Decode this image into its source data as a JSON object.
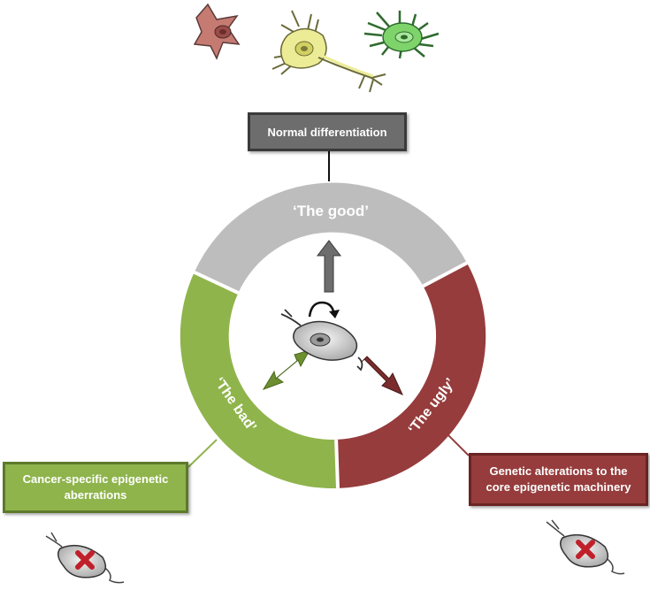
{
  "boxes": {
    "normal": "Normal differentiation",
    "cancer": "Cancer-specific epigenetic aberrations",
    "genetic": "Genetic alterations to the core epigenetic machinery"
  },
  "ring_labels": {
    "good": "‘The good’",
    "bad": "‘The bad’",
    "ugly": "‘The ugly’"
  },
  "colors": {
    "good": "#bdbdbd",
    "bad": "#8fb44c",
    "ugly": "#963c3c",
    "box_dark": "#6d6d6d"
  },
  "icons": [
    "neuron-red-icon",
    "neuron-yellow-icon",
    "neuron-green-icon",
    "stem-cell-icon",
    "rotation-arrow-icon",
    "cell-with-x-icon"
  ]
}
